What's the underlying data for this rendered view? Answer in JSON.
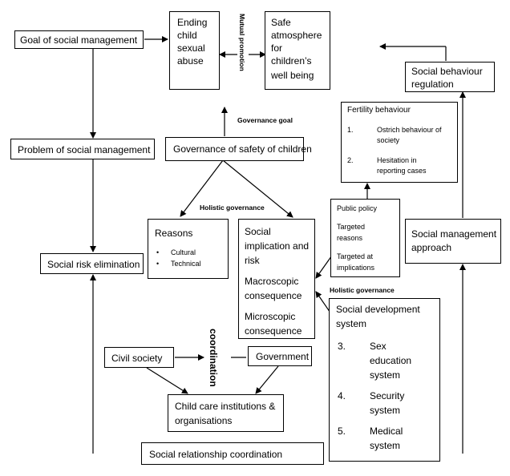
{
  "boxes": {
    "goal": "Goal of social management",
    "ending": [
      "Ending",
      "child",
      "sexual",
      "abuse"
    ],
    "safe": [
      "Safe",
      "atmosphere",
      "for",
      "children’s",
      "well being"
    ],
    "regulation": [
      "Social behaviour",
      "regulation"
    ],
    "fertility": {
      "title": "Fertility behaviour",
      "items": [
        {
          "num": "1.",
          "lines": [
            "Ostrich behaviour of",
            "society"
          ]
        },
        {
          "num": "2.",
          "lines": [
            "Hesitation in",
            "reporting cases"
          ]
        }
      ]
    },
    "problem": "Problem of social management",
    "governance": "Governance of safety of children",
    "public": [
      "Public policy",
      "Targeted",
      "reasons",
      "Targeted at",
      "implications"
    ],
    "mgmt_approach": [
      "Social management",
      "approach"
    ],
    "reasons": {
      "title": "Reasons",
      "items": [
        "Cultural",
        "Technical"
      ]
    },
    "implication": [
      "Social",
      "implication and",
      "risk",
      "Macroscopic",
      "consequence",
      "Microscopic",
      "consequence"
    ],
    "risk_elim": "Social risk elimination",
    "dev_system": {
      "title": [
        "Social development",
        "system"
      ],
      "items": [
        {
          "num": "3.",
          "lines": [
            "Sex",
            "education",
            "system"
          ]
        },
        {
          "num": "4.",
          "lines": [
            "Security",
            "system"
          ]
        },
        {
          "num": "5.",
          "lines": [
            "Medical",
            "system"
          ]
        }
      ]
    },
    "civil": "Civil society",
    "government": "Government",
    "childcare": [
      "Child care institutions &",
      "organisations"
    ],
    "relationship": "Social relationship coordination"
  },
  "labels": {
    "mutual": "Mutual promotion",
    "gov_goal": "Governance goal",
    "holistic1": "Holistic governance",
    "holistic2": "Holistic governance",
    "coordination": "coordination"
  }
}
